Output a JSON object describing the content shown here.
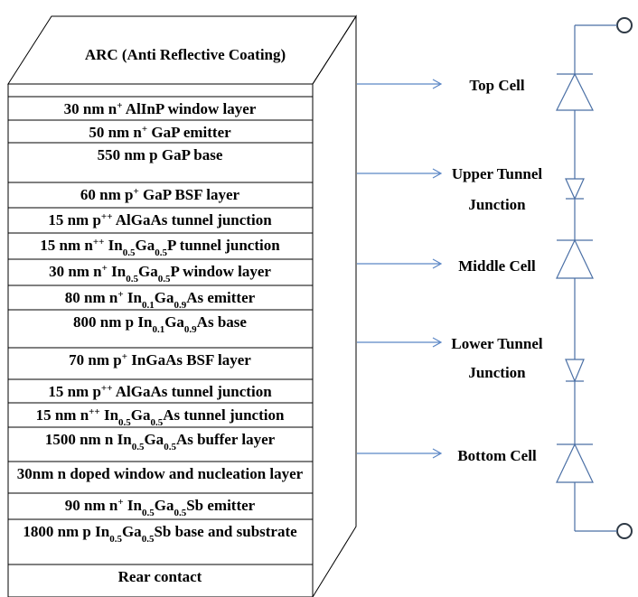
{
  "arc": {
    "label": "ARC (Anti Reflective Coating)"
  },
  "layers": [
    {
      "segments": [
        {
          "t": "30 nm n"
        },
        {
          "t": "+",
          "sup": true
        },
        {
          "t": " AlInP window layer"
        }
      ]
    },
    {
      "segments": [
        {
          "t": "50 nm n"
        },
        {
          "t": "+",
          "sup": true
        },
        {
          "t": " GaP emitter"
        }
      ]
    },
    {
      "segments": [
        {
          "t": "550 nm p GaP base"
        }
      ]
    },
    {
      "segments": [
        {
          "t": "60 nm p"
        },
        {
          "t": "+",
          "sup": true
        },
        {
          "t": " GaP BSF layer"
        }
      ]
    },
    {
      "segments": [
        {
          "t": "15 nm p"
        },
        {
          "t": "++",
          "sup": true
        },
        {
          "t": "  AlGaAs tunnel junction"
        }
      ]
    },
    {
      "segments": [
        {
          "t": "15 nm n"
        },
        {
          "t": "++",
          "sup": true
        },
        {
          "t": " In"
        },
        {
          "t": "0.5",
          "sub": true
        },
        {
          "t": "Ga"
        },
        {
          "t": "0.5",
          "sub": true
        },
        {
          "t": "P tunnel junction"
        }
      ]
    },
    {
      "segments": [
        {
          "t": "30 nm n"
        },
        {
          "t": "+",
          "sup": true
        },
        {
          "t": " In"
        },
        {
          "t": "0.5",
          "sub": true
        },
        {
          "t": "Ga"
        },
        {
          "t": "0.5",
          "sub": true
        },
        {
          "t": "P window layer"
        }
      ]
    },
    {
      "segments": [
        {
          "t": "80 nm n"
        },
        {
          "t": "+",
          "sup": true
        },
        {
          "t": " In"
        },
        {
          "t": "0.1",
          "sub": true
        },
        {
          "t": "Ga"
        },
        {
          "t": "0.9",
          "sub": true
        },
        {
          "t": "As emitter"
        }
      ]
    },
    {
      "segments": [
        {
          "t": "800 nm p  In"
        },
        {
          "t": "0.1",
          "sub": true
        },
        {
          "t": "Ga"
        },
        {
          "t": "0.9",
          "sub": true
        },
        {
          "t": "As base"
        }
      ]
    },
    {
      "segments": [
        {
          "t": "70 nm p"
        },
        {
          "t": "+",
          "sup": true
        },
        {
          "t": " InGaAs BSF layer"
        }
      ]
    },
    {
      "segments": [
        {
          "t": "15 nm p"
        },
        {
          "t": "++",
          "sup": true
        },
        {
          "t": "  AlGaAs tunnel junction"
        }
      ]
    },
    {
      "segments": [
        {
          "t": "15 nm n"
        },
        {
          "t": "++",
          "sup": true
        },
        {
          "t": "  In"
        },
        {
          "t": "0.5",
          "sub": true
        },
        {
          "t": "Ga"
        },
        {
          "t": "0.5",
          "sub": true
        },
        {
          "t": "As tunnel junction"
        }
      ]
    },
    {
      "segments": [
        {
          "t": "1500 nm n In"
        },
        {
          "t": "0.5",
          "sub": true
        },
        {
          "t": "Ga"
        },
        {
          "t": "0.5",
          "sub": true
        },
        {
          "t": "As buffer layer"
        }
      ]
    },
    {
      "segments": [
        {
          "t": "30nm n doped window and nucleation layer"
        }
      ]
    },
    {
      "segments": [
        {
          "t": "90 nm n"
        },
        {
          "t": "+",
          "sup": true
        },
        {
          "t": " In"
        },
        {
          "t": "0.5",
          "sub": true
        },
        {
          "t": "Ga"
        },
        {
          "t": "0.5",
          "sub": true
        },
        {
          "t": "Sb emitter"
        }
      ]
    },
    {
      "segments": [
        {
          "t": "1800 nm p In"
        },
        {
          "t": "0.5",
          "sub": true
        },
        {
          "t": "Ga"
        },
        {
          "t": "0.5",
          "sub": true
        },
        {
          "t": "Sb base and substrate"
        }
      ]
    },
    {
      "segments": [
        {
          "t": "Rear contact"
        }
      ]
    }
  ],
  "labels": [
    {
      "lines": [
        "Top Cell"
      ]
    },
    {
      "lines": [
        "Upper Tunnel",
        "Junction"
      ]
    },
    {
      "lines": [
        "Middle Cell"
      ]
    },
    {
      "lines": [
        "Lower Tunnel",
        "Junction"
      ]
    },
    {
      "lines": [
        "Bottom Cell"
      ]
    }
  ],
  "colors": {
    "layer_lines": "#000000",
    "arrows": "#5b86c5",
    "circuit": "#4a6fa5",
    "terminals": "#2f3a46"
  }
}
